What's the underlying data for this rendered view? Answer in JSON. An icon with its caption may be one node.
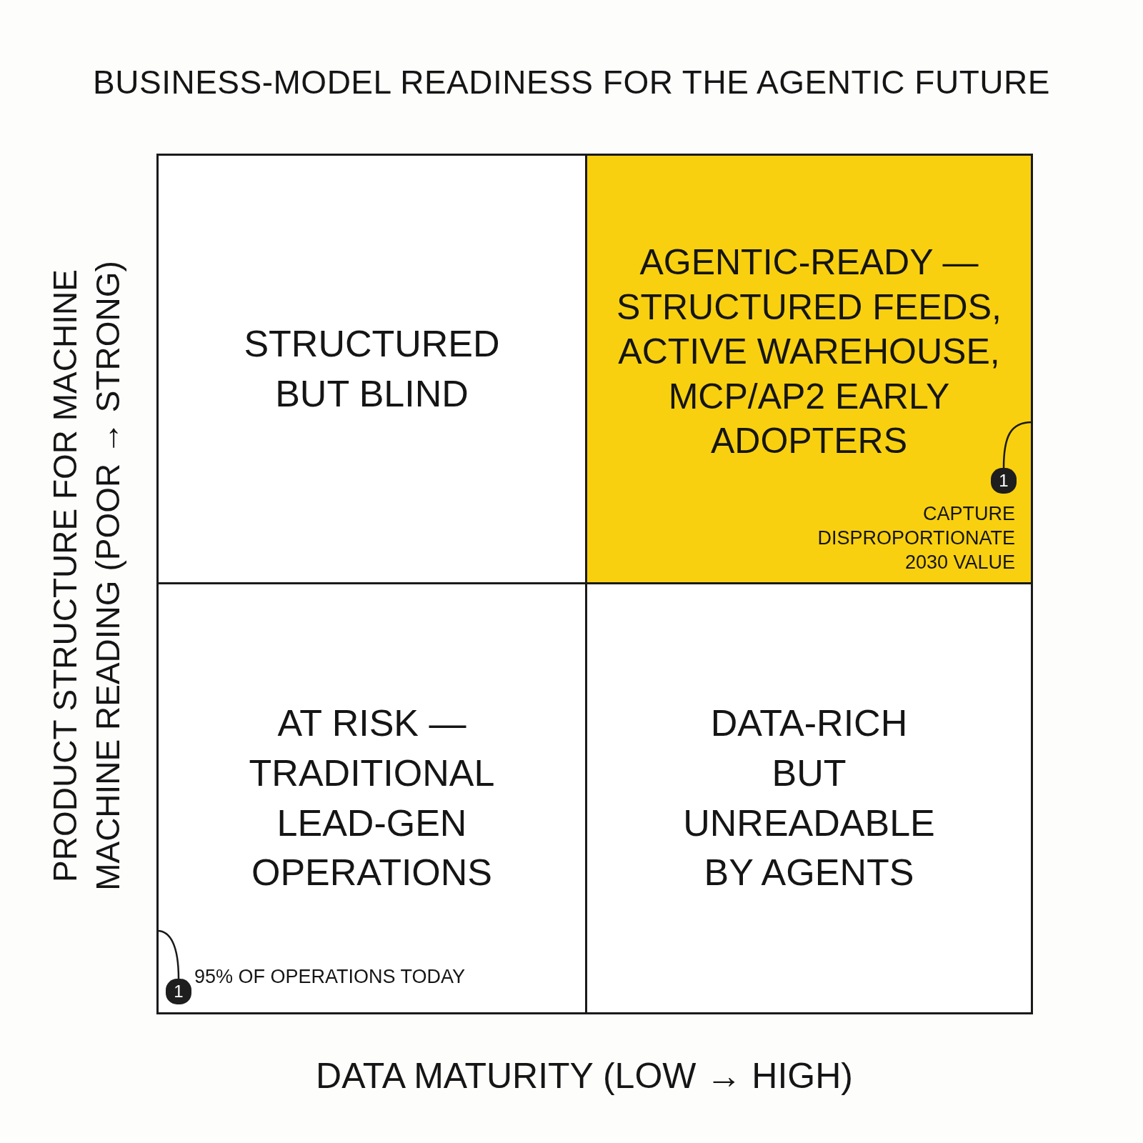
{
  "diagram": {
    "title": "BUSINESS-MODEL READINESS FOR THE AGENTIC FUTURE",
    "nodes": [
      {
        "text": [
          "STRUCTURED BUT BLIND"
        ]
      },
      {
        "text": [
          "AGENTIC-READY — STRUCTURED FEEDS, ACTIVE WAREHOUSE, MCP/AP2 EARLY ADOPTERS"
        ]
      },
      {
        "text": [
          "1"
        ],
        "in": 1,
        "beside": [
          "CAPTURE DISPROPORTIONATE 2030 VALUE"
        ]
      },
      {
        "text": [
          "AT RISK — TRADITIONAL LEAD-GEN OPERATIONS"
        ]
      },
      {
        "text": [
          "1"
        ],
        "in": 3,
        "beside": [
          "95% OF OPERATIONS TODAY"
        ]
      },
      {
        "text": [
          "DATA-RICH BUT UNREADABLE BY AGENTS"
        ]
      }
    ],
    "edges": [
      {
        "from": 2,
        "to": 1,
        "arrow": "none"
      },
      {
        "from": 4,
        "to": 3,
        "arrow": "none"
      }
    ],
    "labels": [
      "PRODUCT STRUCTURE FOR MACHINE MACHINE READING (POOR → STRONG)",
      "DATA MATURITY (LOW → HIGH)"
    ]
  }
}
